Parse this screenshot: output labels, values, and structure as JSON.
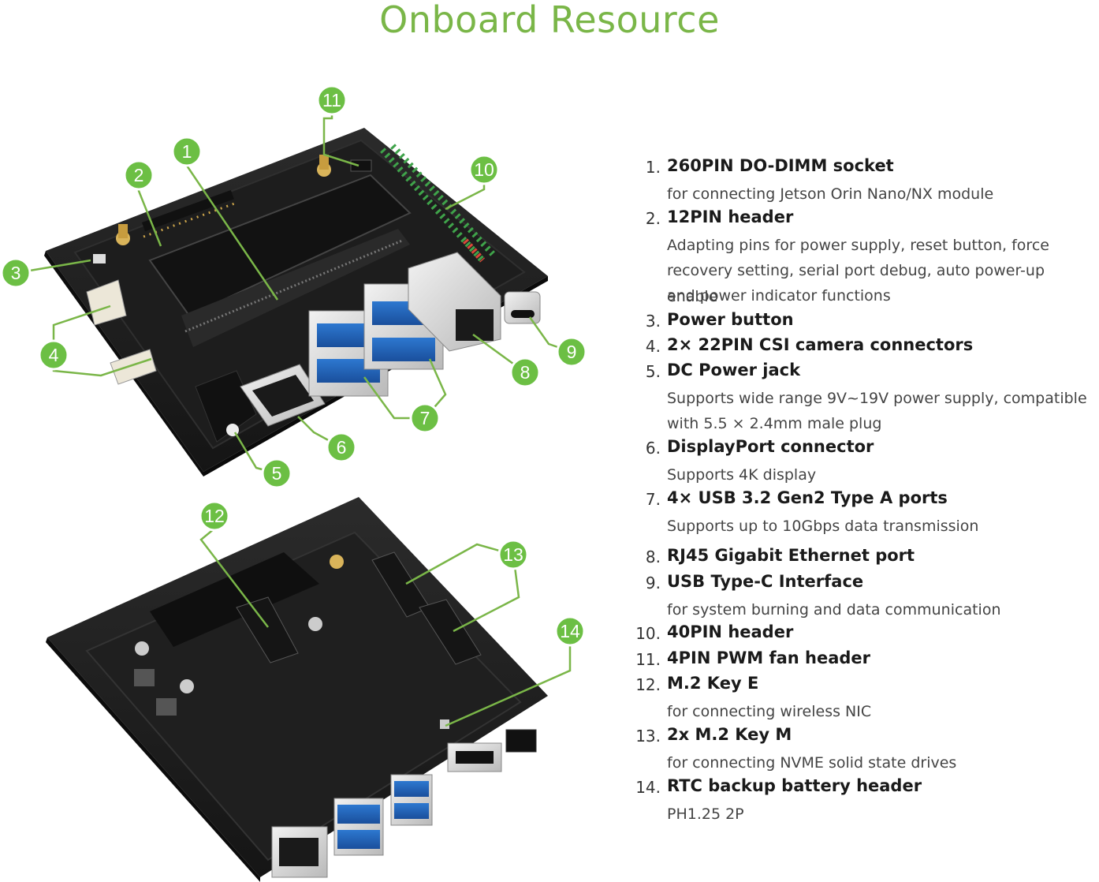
{
  "title": "Onboard Resource",
  "accent_color": "#7ab648",
  "badge_color": "#6cbf44",
  "callout_numbers": [
    "1",
    "2",
    "3",
    "4",
    "5",
    "6",
    "7",
    "8",
    "9",
    "10",
    "11",
    "12",
    "13",
    "14"
  ],
  "features": [
    {
      "num": "1.",
      "name": "260PIN DO-DIMM socket",
      "desc": [
        "for connecting Jetson Orin Nano/NX module"
      ]
    },
    {
      "num": "2.",
      "name": "12PIN header",
      "desc": [
        "Adapting pins for power supply, reset button, force",
        "recovery setting, serial port debug, auto power-up enable",
        "and power indicator functions"
      ]
    },
    {
      "num": "3.",
      "name": "Power button",
      "desc": []
    },
    {
      "num": "4.",
      "name": "2× 22PIN CSI camera connectors",
      "desc": []
    },
    {
      "num": "5.",
      "name": "DC Power jack",
      "desc": [
        "Supports wide range 9V~19V power supply, compatible",
        "with 5.5 × 2.4mm male plug"
      ]
    },
    {
      "num": "6.",
      "name": "DisplayPort connector",
      "desc": [
        "Supports 4K display"
      ]
    },
    {
      "num": "7.",
      "name": "4× USB 3.2 Gen2 Type A ports",
      "desc": [
        "Supports up to 10Gbps data transmission"
      ]
    },
    {
      "num": "8.",
      "name": "RJ45 Gigabit Ethernet port",
      "desc": []
    },
    {
      "num": "9.",
      "name": "USB Type-C Interface",
      "desc": [
        "for system burning and data communication"
      ]
    },
    {
      "num": "10.",
      "name": "40PIN header",
      "desc": []
    },
    {
      "num": "11.",
      "name": "4PIN PWM fan header",
      "desc": []
    },
    {
      "num": "12.",
      "name": "M.2 Key E",
      "desc": [
        "for connecting wireless NIC"
      ]
    },
    {
      "num": "13.",
      "name": "2x M.2 Key M",
      "desc": [
        "for connecting NVME solid state drives"
      ]
    },
    {
      "num": "14.",
      "name": "RTC backup battery header",
      "desc": [
        "PH1.25 2P"
      ]
    }
  ]
}
